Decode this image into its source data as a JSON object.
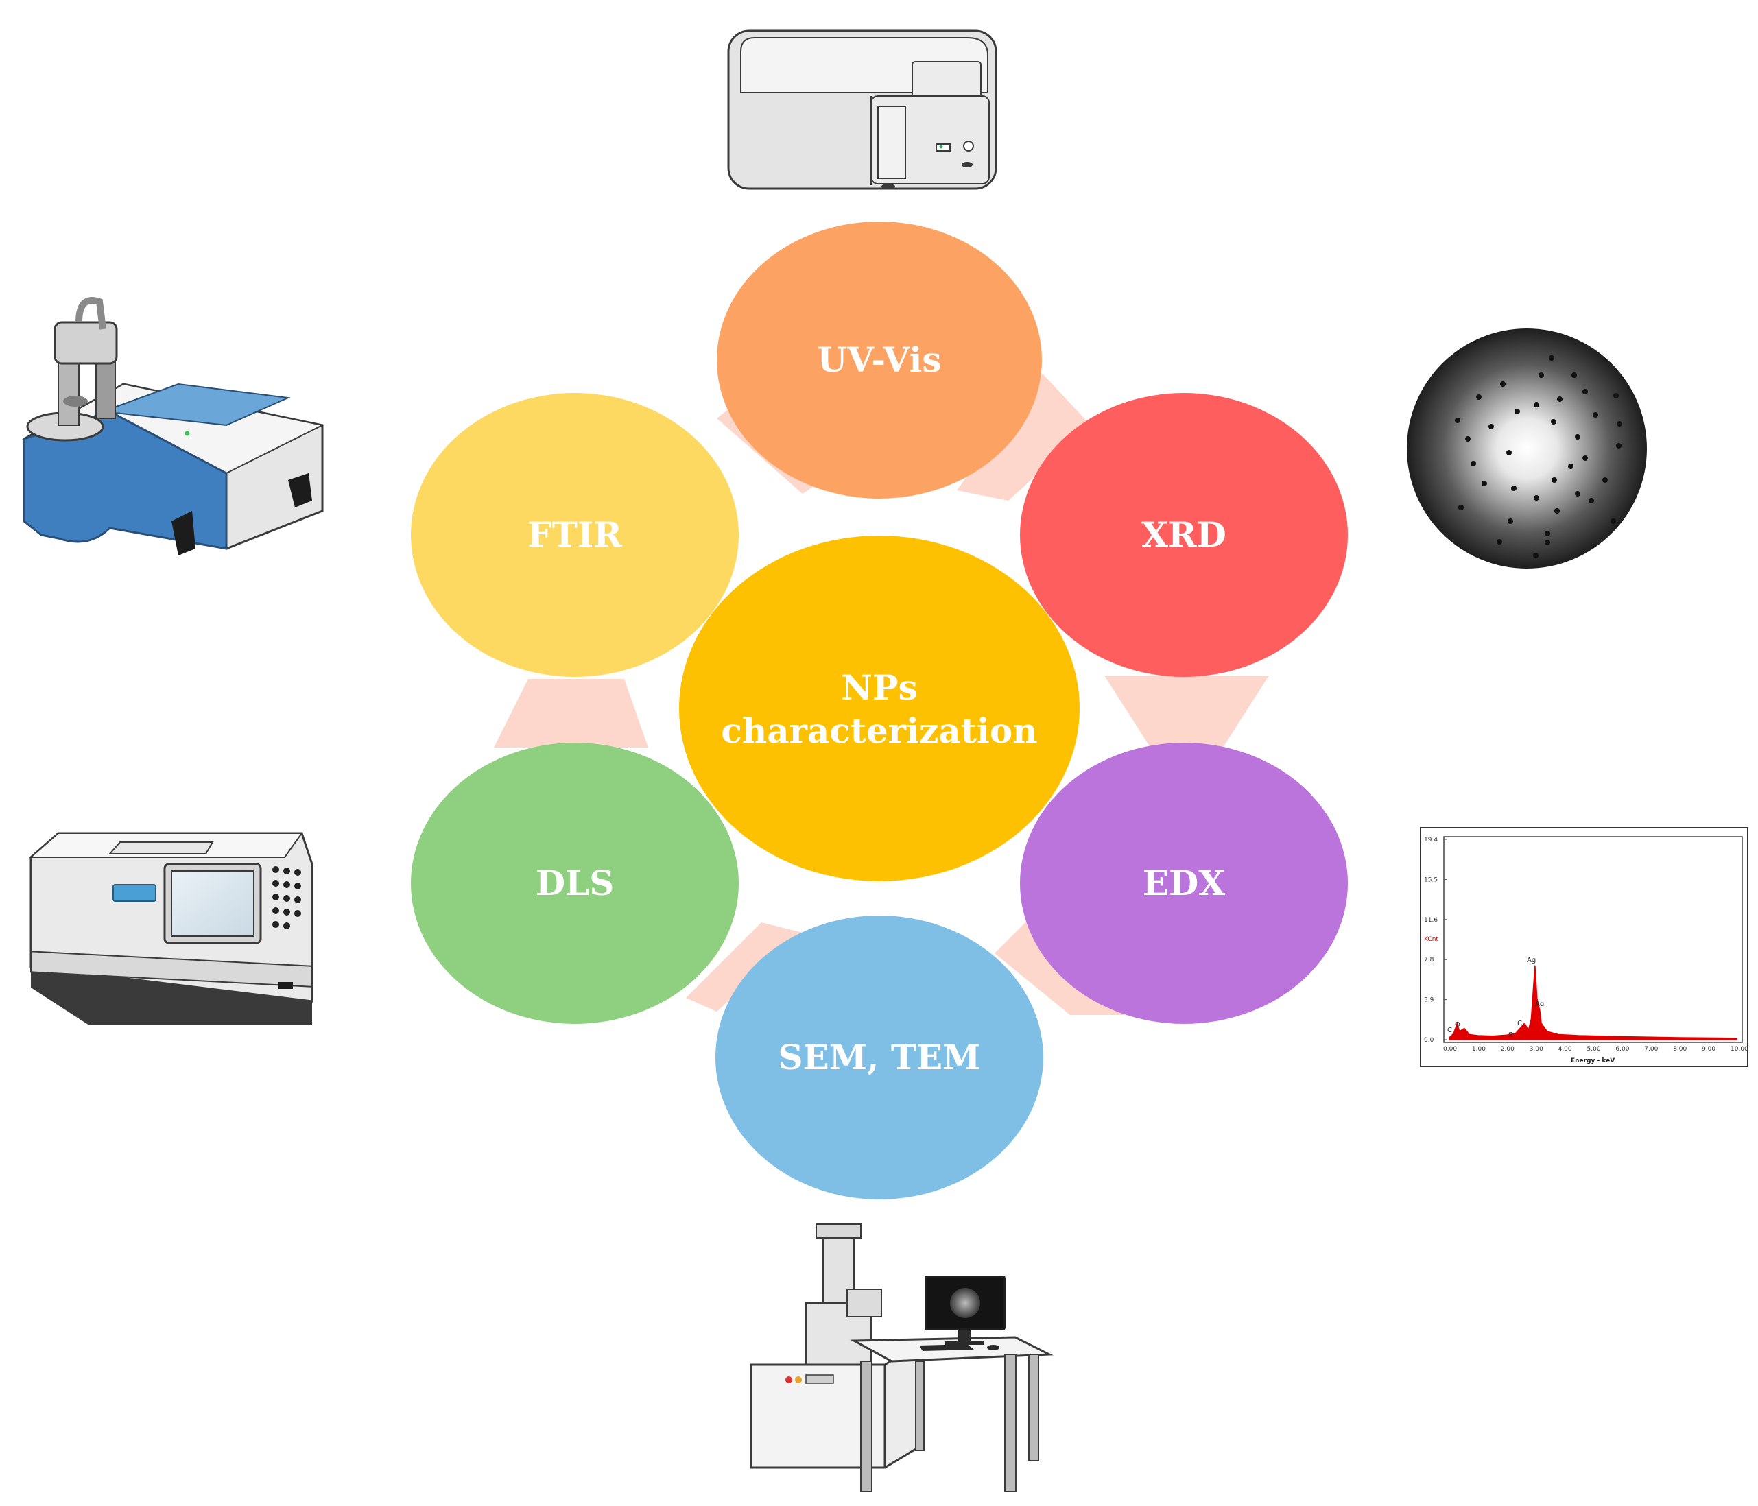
{
  "diagram": {
    "center": {
      "line1": "NPs",
      "line2": "characterization",
      "color": "#FDC102"
    },
    "nodes": [
      {
        "id": "uvvis",
        "label": "UV-Vis",
        "color": "#FCA364"
      },
      {
        "id": "xrd",
        "label": "XRD",
        "color": "#FF5E5E"
      },
      {
        "id": "edx",
        "label": "EDX",
        "color": "#BA74DB"
      },
      {
        "id": "semtem",
        "label": "SEM, TEM",
        "color": "#7FBFE6"
      },
      {
        "id": "dls",
        "label": "DLS",
        "color": "#8ECF80"
      },
      {
        "id": "ftir",
        "label": "FTIR",
        "color": "#FDD962"
      }
    ],
    "connector_color": "#FDD6CC"
  },
  "edx_spectrum": {
    "y_ticks": [
      "19.4",
      "15.5",
      "11.6",
      "7.8",
      "3.9",
      "0.0"
    ],
    "y_unit": "KCnt",
    "x_ticks": [
      "0.00",
      "1.00",
      "2.00",
      "3.00",
      "4.00",
      "5.00",
      "6.00",
      "7.00",
      "8.00",
      "9.00",
      "10.00"
    ],
    "x_label": "Energy - keV",
    "peaks": [
      "C",
      "O",
      "S",
      "Cl",
      "Ag",
      "Ag"
    ],
    "line_color": "#E00000"
  }
}
